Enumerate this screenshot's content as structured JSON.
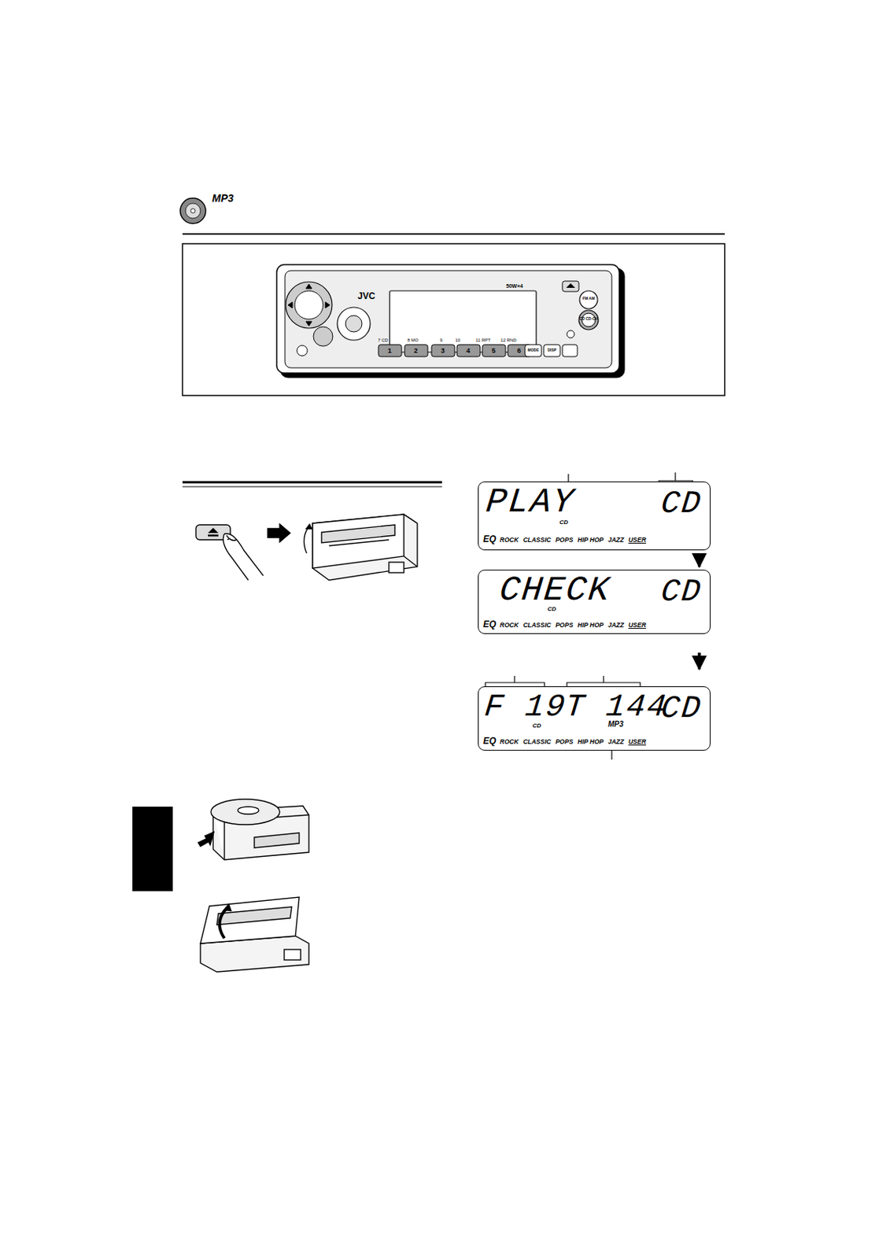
{
  "diagram": {
    "nodes": [
      {
        "text": [
          "PLAY",
          "CD",
          "CD",
          "EQ",
          "ROCK",
          "CLASSIC",
          "POPS",
          "HIP HOP",
          "JAZZ",
          "USER"
        ]
      },
      {
        "text": [
          "CHECK",
          "CD",
          "CD",
          "EQ",
          "ROCK",
          "CLASSIC",
          "POPS",
          "HIP HOP",
          "JAZZ",
          "USER"
        ]
      },
      {
        "text": [
          "F 19",
          "T 144",
          "CD",
          "CD",
          "MP3",
          "EQ",
          "ROCK",
          "CLASSIC",
          "POPS",
          "HIP HOP",
          "JAZZ",
          "USER"
        ]
      }
    ],
    "edges": [
      {
        "from": 0,
        "to": 1,
        "arrow": "to"
      },
      {
        "from": 1,
        "to": 2,
        "arrow": "to"
      }
    ],
    "labels": [
      "MP3",
      "JVC",
      "50W×4",
      "FM AM",
      "CD CD-CH",
      "7 CD",
      "8 MO",
      "9",
      "10",
      "11 RPT",
      "12 RND",
      "1",
      "2",
      "3",
      "4",
      "5",
      "6",
      "MODE",
      "DISP"
    ]
  }
}
